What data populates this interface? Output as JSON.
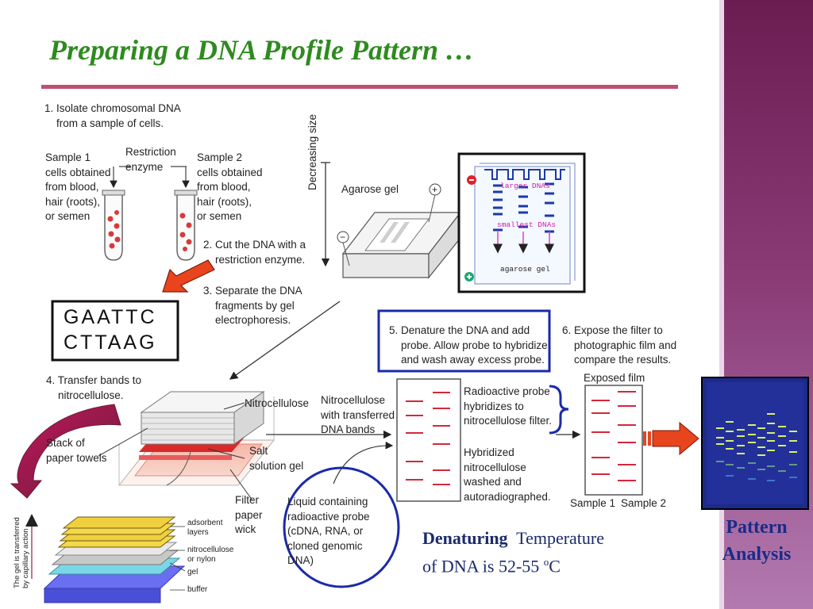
{
  "title": "Preparing a DNA Profile Pattern …",
  "colors": {
    "title": "#2e8b1f",
    "rule": "#c0506e",
    "sidebar": "#6b1d52",
    "band": "#d2283c",
    "frame": "#1a2aa8",
    "arrow": "#e8441e",
    "gel": "#1a3aa8"
  },
  "steps": {
    "s1": "1. Isolate chromosomal DNA\n    from a sample of cells.",
    "s2": "2. Cut the DNA with a\n    restriction enzyme.",
    "s3": "3. Separate the DNA\n    fragments by gel\n    electrophoresis.",
    "s4": "4. Transfer bands to\n    nitrocellulose.",
    "s5": "5. Denature the DNA and add\n    probe. Allow probe to hybridize\n    and wash away excess probe.",
    "s6": "6. Expose the filter to\n    photographic film and\n    compare the results."
  },
  "labels": {
    "sample1": "Sample 1\ncells obtained\nfrom blood,\nhair (roots),\nor semen",
    "sample2": "Sample 2\ncells obtained\nfrom blood,\nhair (roots),\nor semen",
    "restriction_enzyme": "Restriction\nenzyme",
    "agarose_gel": "Agarose gel",
    "decreasing_size": "Decreasing size",
    "plus": "+",
    "minus": "−",
    "nitrocellulose": "Nitrocellulose",
    "nitro_transferred": "Nitrocellulose\nwith transferred\nDNA bands",
    "stack_towels": "Stack of\npaper towels",
    "salt_solution": "Salt\nsolution gel",
    "filter_paper": "Filter\npaper\nwick",
    "liquid_probe": "Liquid containing\nradioactive probe\n(cDNA, RNA, or\ncloned genomic\nDNA)",
    "radioactive_probe": "Radioactive probe\nhybridizes to\nnitrocellulose filter.",
    "hybridized": "Hybridized\nnitrocellulose\nwashed and\nautoradiographed.",
    "exposed_film": "Exposed film",
    "sample_1": "Sample 1",
    "sample_2": "Sample 2"
  },
  "gel_inset": {
    "larger": "larger DNAs",
    "smaller": "smallest DNAs",
    "agarose": "agarose gel"
  },
  "sequence": {
    "top": "GAATTC",
    "bottom": "CTTAAG"
  },
  "blot": {
    "vertical": "The gel is transferred\nby capillary action",
    "adsorbent": "adsorbent\nlayers",
    "nitro_nylon": "nitrocellulose\nor nylon",
    "gel": "gel",
    "buffer": "buffer"
  },
  "denaturing": {
    "bold": "Denaturing",
    "rest": "Temperature",
    "line2": "of DNA is 52-55 ",
    "sup": "o",
    "unit": "C"
  },
  "pattern_analysis": "Pattern\nAnalysis"
}
